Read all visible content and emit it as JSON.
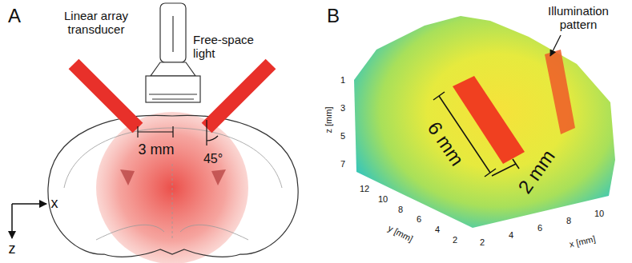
{
  "diagram": {
    "labels": [
      "A",
      "Linear array transducer",
      "Free-space light",
      "3 mm",
      "45°",
      "x",
      "z",
      "B",
      "Illumination pattern",
      "6 mm",
      "2 mm",
      "z [mm]",
      "1",
      "3",
      "5",
      "7",
      "y [mm]",
      "12",
      "10",
      "8",
      "6",
      "4",
      "2",
      "x [mm]",
      "2",
      "4",
      "6",
      "8",
      "10"
    ]
  }
}
